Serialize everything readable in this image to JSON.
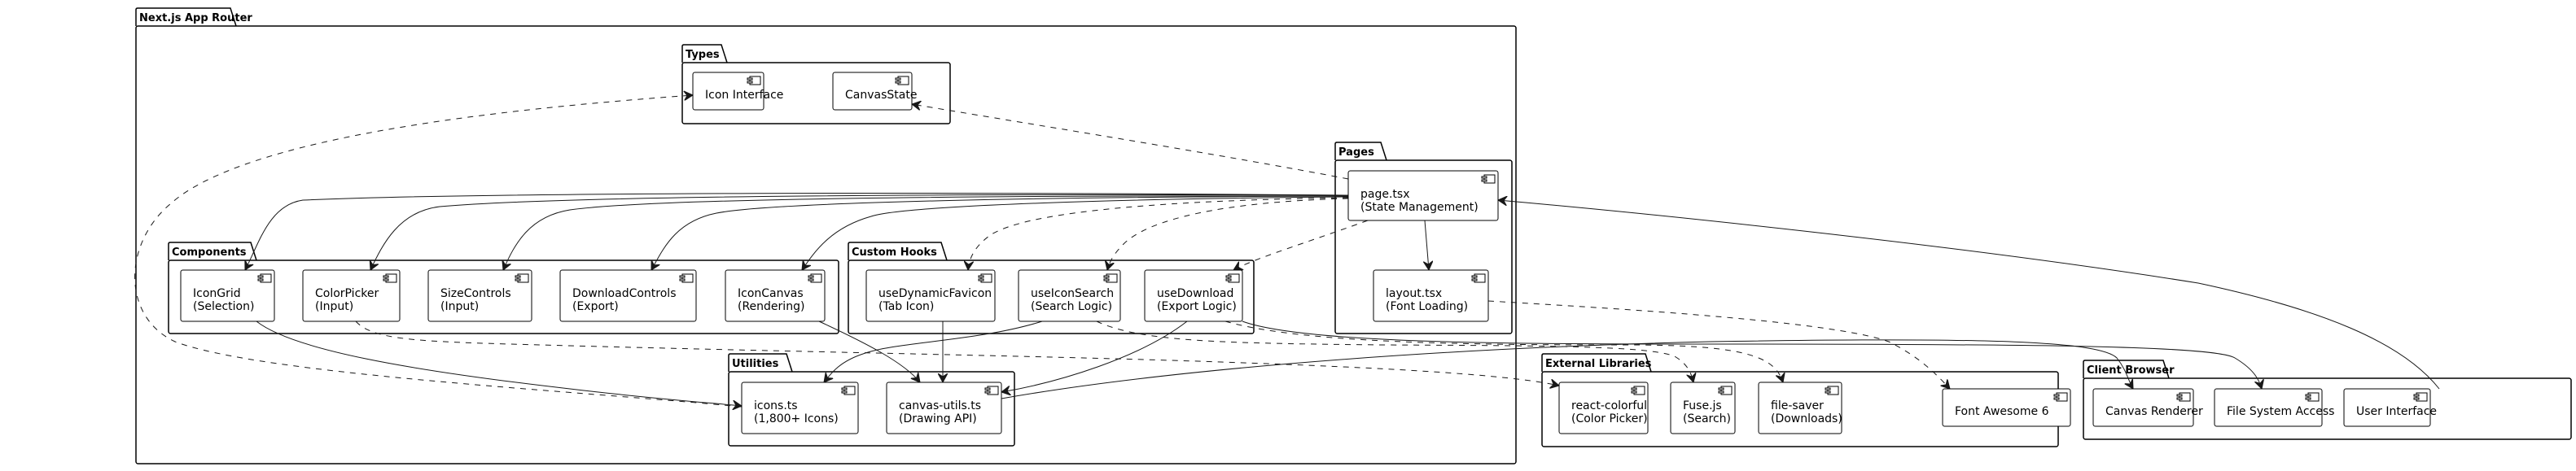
{
  "diagram": {
    "type": "component-diagram",
    "packages": [
      {
        "id": "nextjs",
        "title": "Next.js App Router"
      },
      {
        "id": "types",
        "title": "Types"
      },
      {
        "id": "pages",
        "title": "Pages"
      },
      {
        "id": "components",
        "title": "Components"
      },
      {
        "id": "hooks",
        "title": "Custom Hooks"
      },
      {
        "id": "utilities",
        "title": "Utilities"
      },
      {
        "id": "external",
        "title": "External Libraries"
      },
      {
        "id": "browser",
        "title": "Client Browser"
      }
    ],
    "components": [
      {
        "id": "icon_interface",
        "package": "types",
        "lines": [
          "Icon Interface"
        ]
      },
      {
        "id": "canvas_state",
        "package": "types",
        "lines": [
          "CanvasState"
        ]
      },
      {
        "id": "page_tsx",
        "package": "pages",
        "lines": [
          "page.tsx",
          "(State Management)"
        ]
      },
      {
        "id": "layout_tsx",
        "package": "pages",
        "lines": [
          "layout.tsx",
          "(Font Loading)"
        ]
      },
      {
        "id": "icon_grid",
        "package": "components",
        "lines": [
          "IconGrid",
          "(Selection)"
        ]
      },
      {
        "id": "color_picker",
        "package": "components",
        "lines": [
          "ColorPicker",
          "(Input)"
        ]
      },
      {
        "id": "size_controls",
        "package": "components",
        "lines": [
          "SizeControls",
          "(Input)"
        ]
      },
      {
        "id": "download_controls",
        "package": "components",
        "lines": [
          "DownloadControls",
          "(Export)"
        ]
      },
      {
        "id": "icon_canvas",
        "package": "components",
        "lines": [
          "IconCanvas",
          "(Rendering)"
        ]
      },
      {
        "id": "use_dynamic_favicon",
        "package": "hooks",
        "lines": [
          "useDynamicFavicon",
          "(Tab Icon)"
        ]
      },
      {
        "id": "use_icon_search",
        "package": "hooks",
        "lines": [
          "useIconSearch",
          "(Search Logic)"
        ]
      },
      {
        "id": "use_download",
        "package": "hooks",
        "lines": [
          "useDownload",
          "(Export Logic)"
        ]
      },
      {
        "id": "icons_ts",
        "package": "utilities",
        "lines": [
          "icons.ts",
          "(1,800+ Icons)"
        ]
      },
      {
        "id": "canvas_utils",
        "package": "utilities",
        "lines": [
          "canvas-utils.ts",
          "(Drawing API)"
        ]
      },
      {
        "id": "react_colorful",
        "package": "external",
        "lines": [
          "react-colorful",
          "(Color Picker)"
        ]
      },
      {
        "id": "fuse_js",
        "package": "external",
        "lines": [
          "Fuse.js",
          "(Search)"
        ]
      },
      {
        "id": "file_saver",
        "package": "external",
        "lines": [
          "file-saver",
          "(Downloads)"
        ]
      },
      {
        "id": "font_awesome",
        "package": "external",
        "lines": [
          "Font Awesome 6"
        ]
      },
      {
        "id": "canvas_renderer",
        "package": "browser",
        "lines": [
          "Canvas Renderer"
        ]
      },
      {
        "id": "file_system_access",
        "package": "browser",
        "lines": [
          "File System Access"
        ]
      },
      {
        "id": "user_interface",
        "package": "browser",
        "lines": [
          "User Interface"
        ]
      }
    ],
    "edges": [
      {
        "from": "page_tsx",
        "to": "icon_grid",
        "style": "solid"
      },
      {
        "from": "page_tsx",
        "to": "color_picker",
        "style": "solid"
      },
      {
        "from": "page_tsx",
        "to": "size_controls",
        "style": "solid"
      },
      {
        "from": "page_tsx",
        "to": "download_controls",
        "style": "solid"
      },
      {
        "from": "page_tsx",
        "to": "icon_canvas",
        "style": "solid"
      },
      {
        "from": "page_tsx",
        "to": "use_dynamic_favicon",
        "style": "dashed"
      },
      {
        "from": "page_tsx",
        "to": "use_icon_search",
        "style": "dashed"
      },
      {
        "from": "page_tsx",
        "to": "use_download",
        "style": "dashed"
      },
      {
        "from": "page_tsx",
        "to": "layout_tsx",
        "style": "solid"
      },
      {
        "from": "page_tsx",
        "to": "canvas_state",
        "style": "dashed"
      },
      {
        "from": "icons_ts",
        "to": "icon_interface",
        "style": "dashed"
      },
      {
        "from": "icon_grid",
        "to": "icons_ts",
        "style": "solid"
      },
      {
        "from": "color_picker",
        "to": "react_colorful",
        "style": "dashed"
      },
      {
        "from": "icon_canvas",
        "to": "canvas_utils",
        "style": "solid"
      },
      {
        "from": "use_dynamic_favicon",
        "to": "canvas_utils",
        "style": "solid"
      },
      {
        "from": "use_icon_search",
        "to": "icons_ts",
        "style": "solid"
      },
      {
        "from": "use_icon_search",
        "to": "fuse_js",
        "style": "dashed"
      },
      {
        "from": "use_download",
        "to": "canvas_utils",
        "style": "solid"
      },
      {
        "from": "use_download",
        "to": "file_saver",
        "style": "dashed"
      },
      {
        "from": "use_download",
        "to": "file_system_access",
        "style": "solid"
      },
      {
        "from": "layout_tsx",
        "to": "font_awesome",
        "style": "dashed"
      },
      {
        "from": "canvas_utils",
        "to": "canvas_renderer",
        "style": "solid"
      },
      {
        "from": "user_interface",
        "to": "page_tsx",
        "style": "solid"
      }
    ]
  }
}
